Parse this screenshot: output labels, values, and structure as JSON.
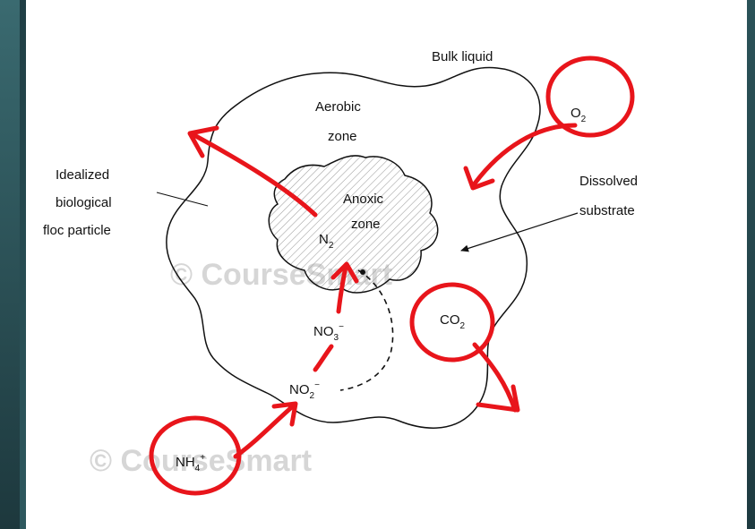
{
  "labels": {
    "bulk_liquid": "Bulk liquid",
    "aerobic_zone_line1": "Aerobic",
    "aerobic_zone_line2": "zone",
    "anoxic_zone_line1": "Anoxic",
    "anoxic_zone_line2": "zone",
    "floc_line1": "Idealized",
    "floc_line2": "biological",
    "floc_line3": "floc particle",
    "substrate_line1": "Dissolved",
    "substrate_line2": "substrate"
  },
  "species": {
    "o2": {
      "base": "O",
      "sub": "2",
      "sup": ""
    },
    "n2": {
      "base": "N",
      "sub": "2",
      "sup": ""
    },
    "no3": {
      "base": "NO",
      "sub": "3",
      "sup": "−"
    },
    "no2": {
      "base": "NO",
      "sub": "2",
      "sup": "−"
    },
    "co2": {
      "base": "CO",
      "sub": "2",
      "sup": ""
    },
    "nh4": {
      "base": "NH",
      "sub": "4",
      "sup": "+"
    }
  },
  "watermark": {
    "text": "© CourseSmart"
  },
  "colors": {
    "annotation_red": "#e8151b",
    "line": "#111111",
    "hatch": "#9a9a9a",
    "watermark": "#d6d6d6",
    "slide_background": "#2b4f55"
  }
}
